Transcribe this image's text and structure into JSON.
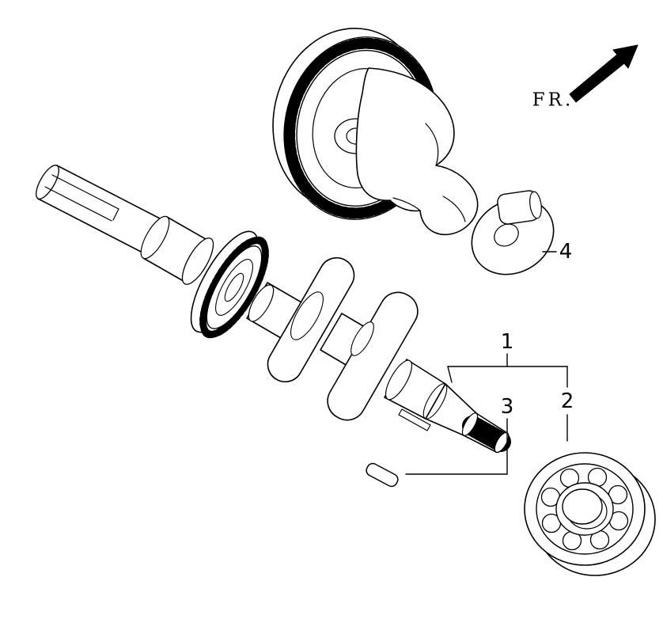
{
  "diagram": {
    "fr_label": "FR.",
    "callout_1": "1",
    "callout_2": "2",
    "callout_3": "3",
    "callout_4": "4",
    "colors": {
      "line": "#000000",
      "background": "#ffffff"
    }
  }
}
